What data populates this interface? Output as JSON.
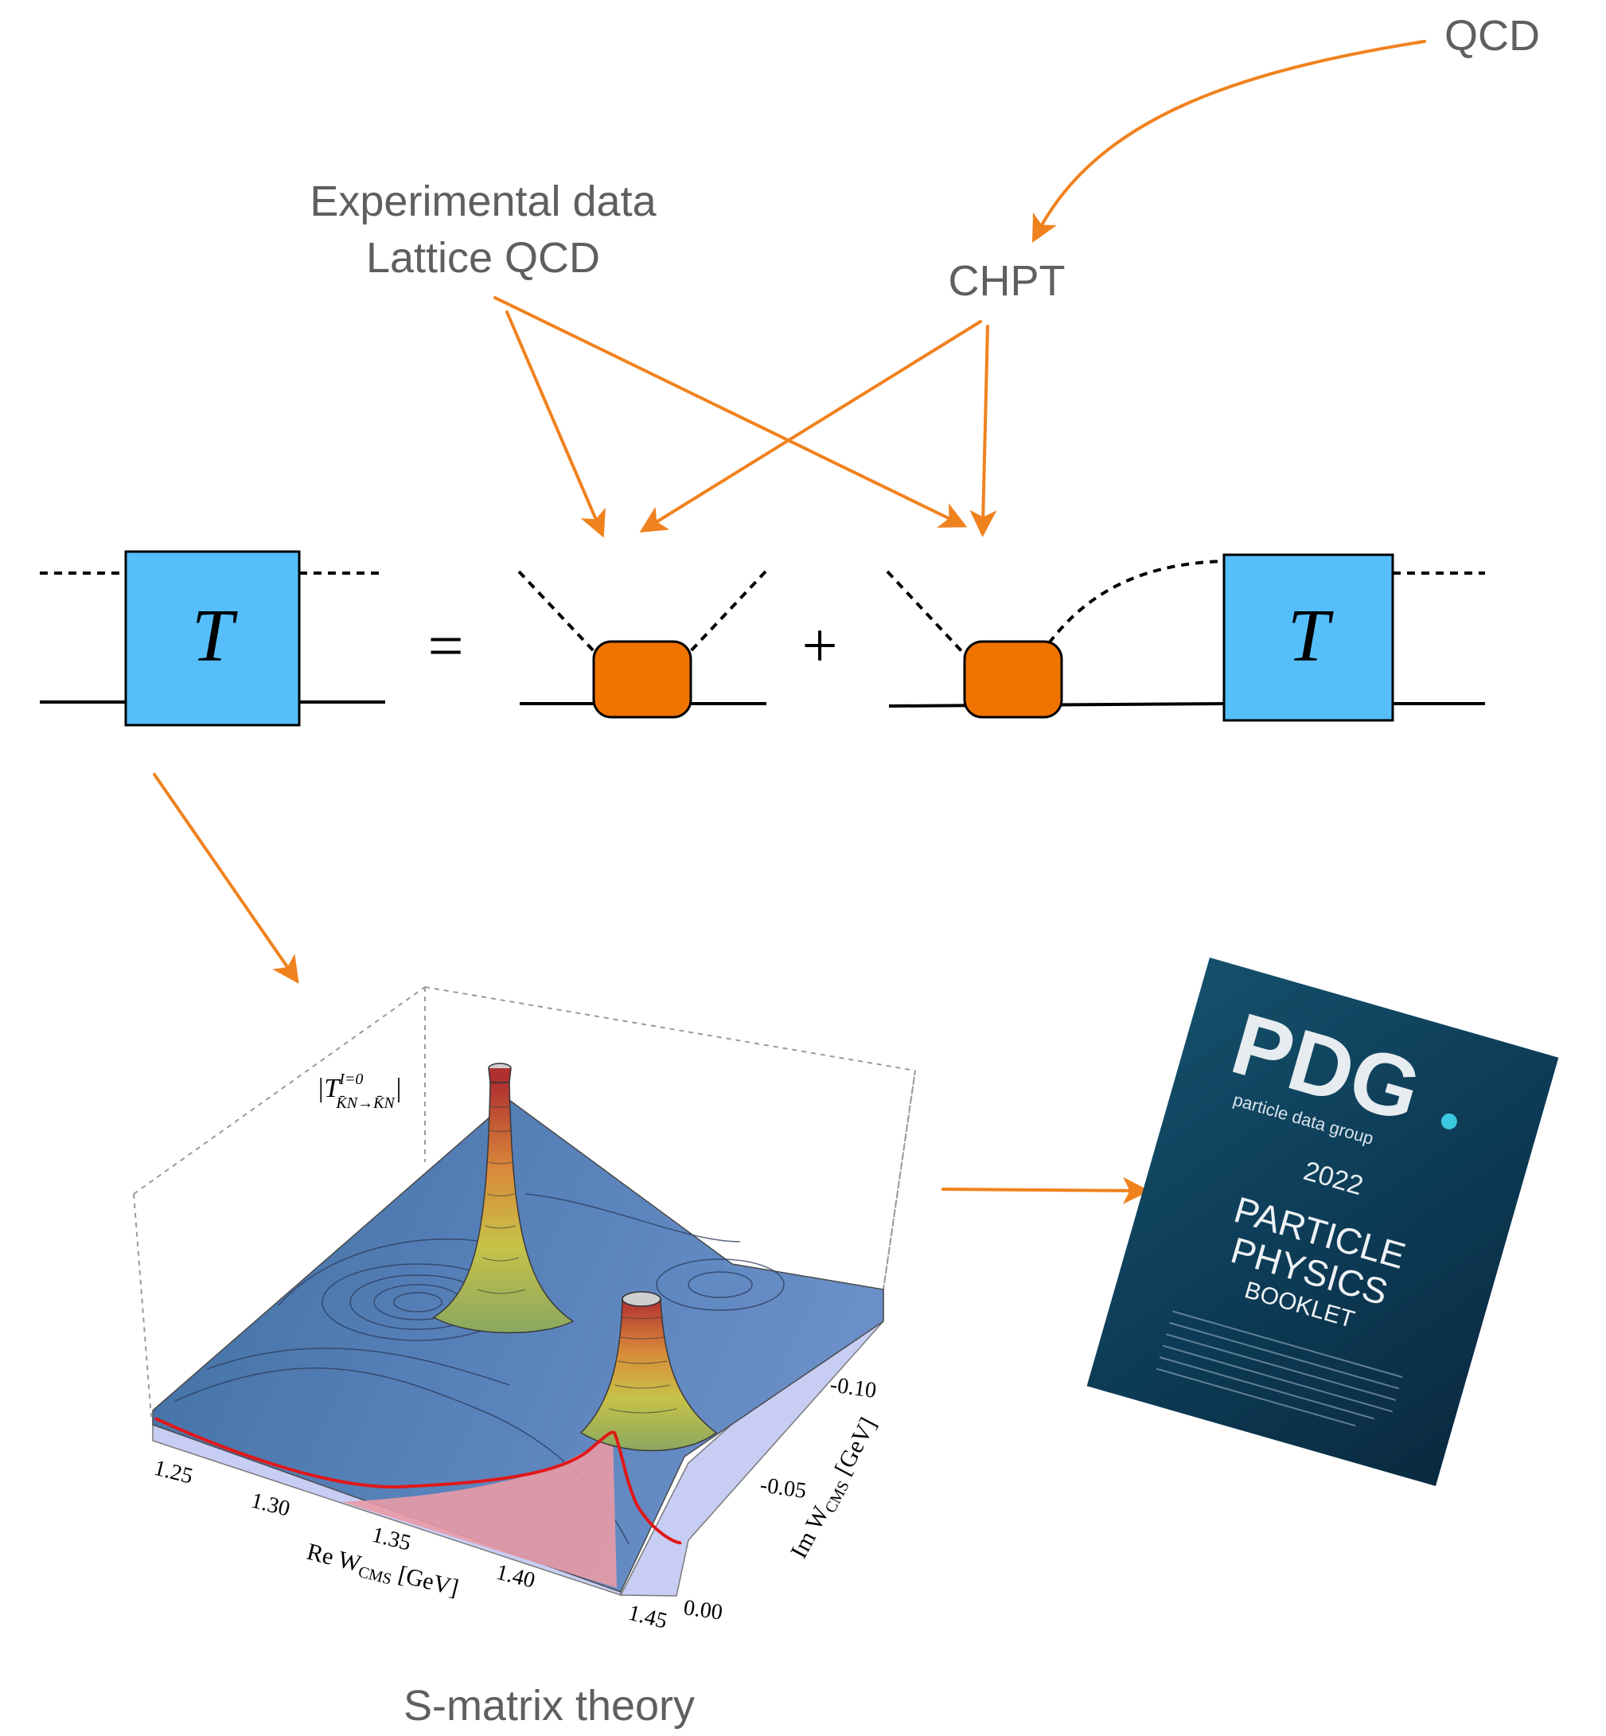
{
  "labels": {
    "qcd": "QCD",
    "experimental_data": "Experimental data",
    "lattice_qcd": "Lattice QCD",
    "chpt": "CHPT",
    "s_matrix": "S-matrix theory"
  },
  "equation": {
    "t_symbol": "T",
    "equals": "=",
    "plus": "+"
  },
  "plot3d": {
    "zlabel_main": "|T",
    "zlabel_sup": "I=0",
    "zlabel_sub": "K̄N→K̄N",
    "zlabel_close": "|",
    "xlabel": "Re W",
    "xlabel_sub": "CMS",
    "xlabel_unit": " [GeV]",
    "ylabel": "Im W",
    "ylabel_sub": "CMS",
    "ylabel_unit": " [GeV]",
    "x_ticks": [
      "1.25",
      "1.30",
      "1.35",
      "1.40",
      "1.45"
    ],
    "y_ticks": [
      "-0.10",
      "-0.05",
      "0.00"
    ]
  },
  "booklet": {
    "logo": "PDG",
    "logo_sub": "particle data group",
    "year": "2022",
    "title_lines": [
      "PARTICLE",
      "PHYSICS",
      "BOOKLET"
    ]
  },
  "colors": {
    "arrow": "#f0821e",
    "t_box": "#56bffb",
    "vertex": "#f07300",
    "label_gray": "#5f5f5f"
  }
}
